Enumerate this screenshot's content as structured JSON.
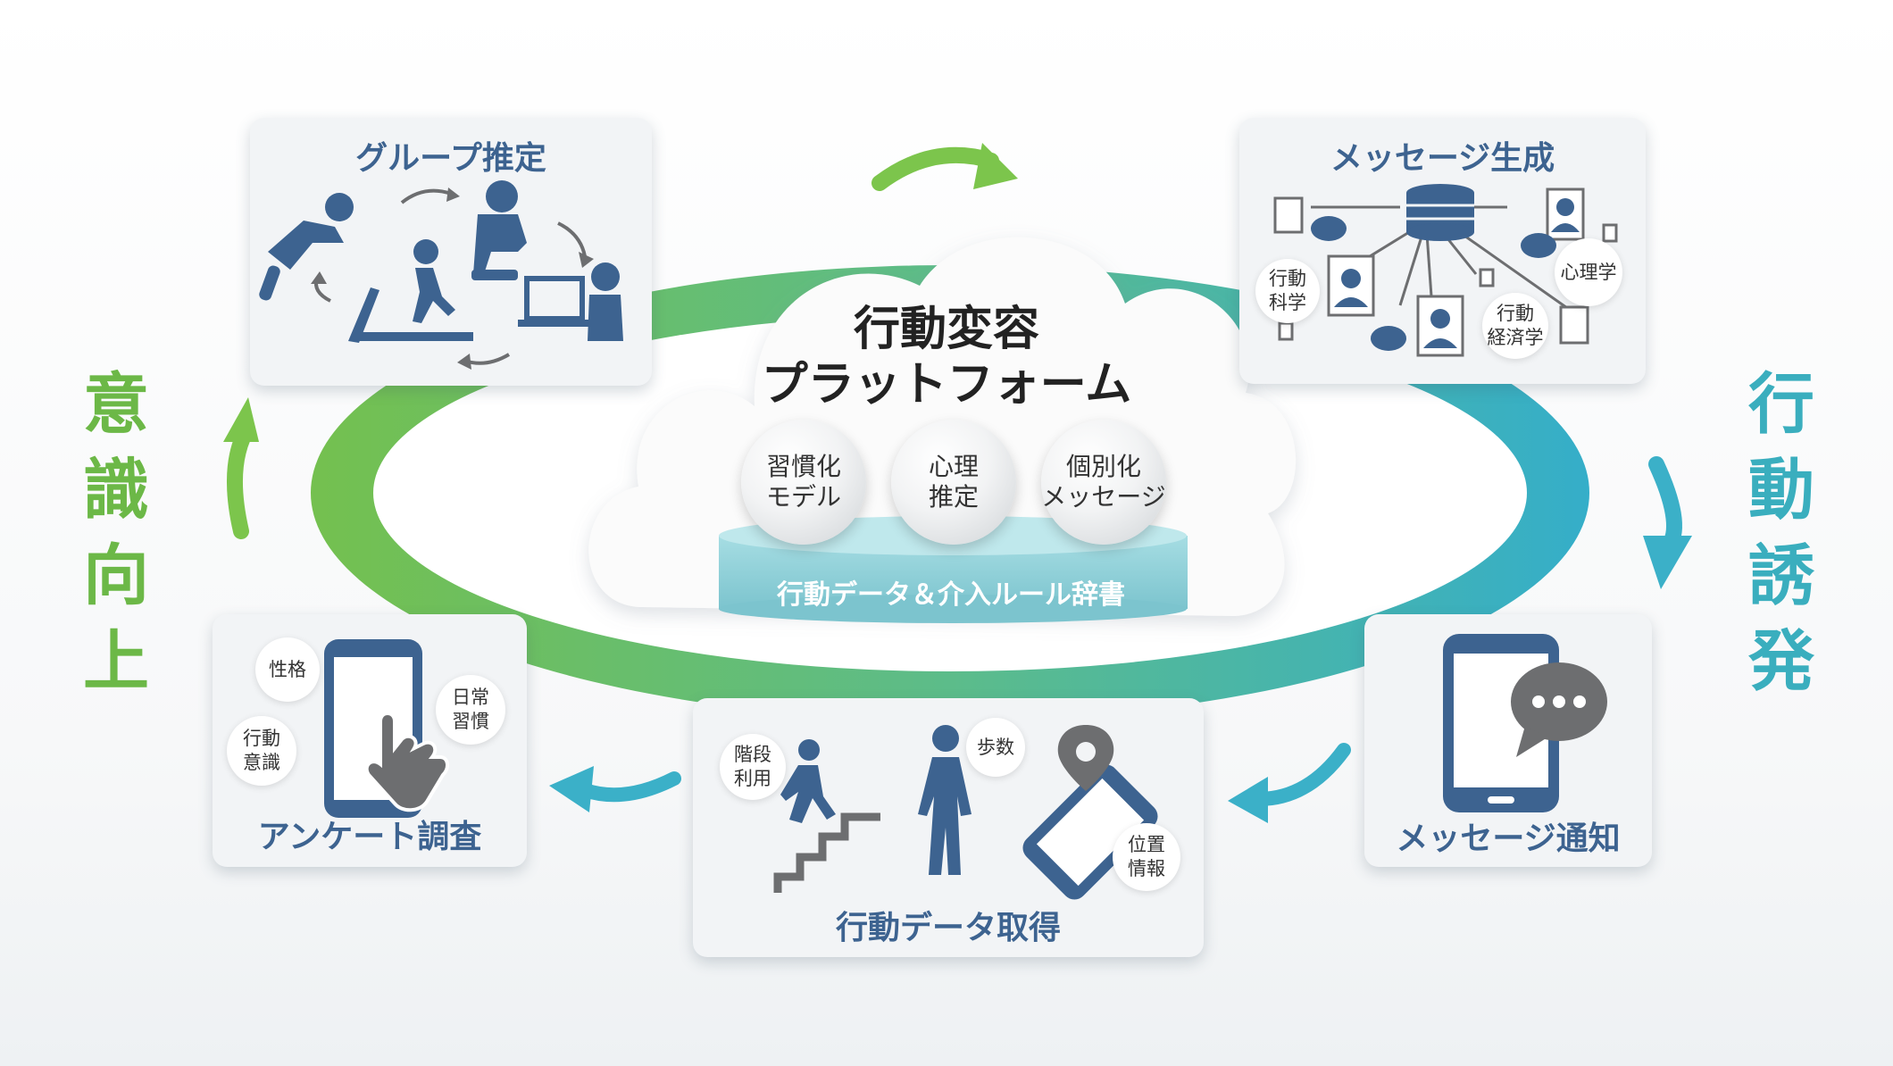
{
  "side_labels": {
    "left": [
      "意",
      "識",
      "向",
      "上"
    ],
    "right": [
      "行",
      "動",
      "誘",
      "発"
    ]
  },
  "platform": {
    "title_line1": "行動変容",
    "title_line2": "プラットフォーム",
    "modules": [
      {
        "label": "習慣化\nモデル"
      },
      {
        "label": "心理\n推定"
      },
      {
        "label": "個別化\nメッセージ"
      }
    ],
    "base_label": "行動データ＆介入ルール辞書"
  },
  "steps": {
    "group": {
      "title": "グループ推定"
    },
    "message_gen": {
      "title": "メッセージ生成",
      "tags": [
        "行動\n科学",
        "行動\n経済学",
        "心理学"
      ]
    },
    "notify": {
      "title": "メッセージ通知"
    },
    "data": {
      "title": "行動データ取得",
      "tags": [
        "階段\n利用",
        "歩数",
        "位置\n情報"
      ]
    },
    "survey": {
      "title": "アンケート調査",
      "tags": [
        "性格",
        "日常\n習慣",
        "行動\n意識"
      ]
    }
  },
  "colors": {
    "green": "#6cb847",
    "teal": "#3aaebe",
    "navy": "#3d6390",
    "icon_gray": "#6d6e70",
    "disk": "#8fd0d9"
  }
}
